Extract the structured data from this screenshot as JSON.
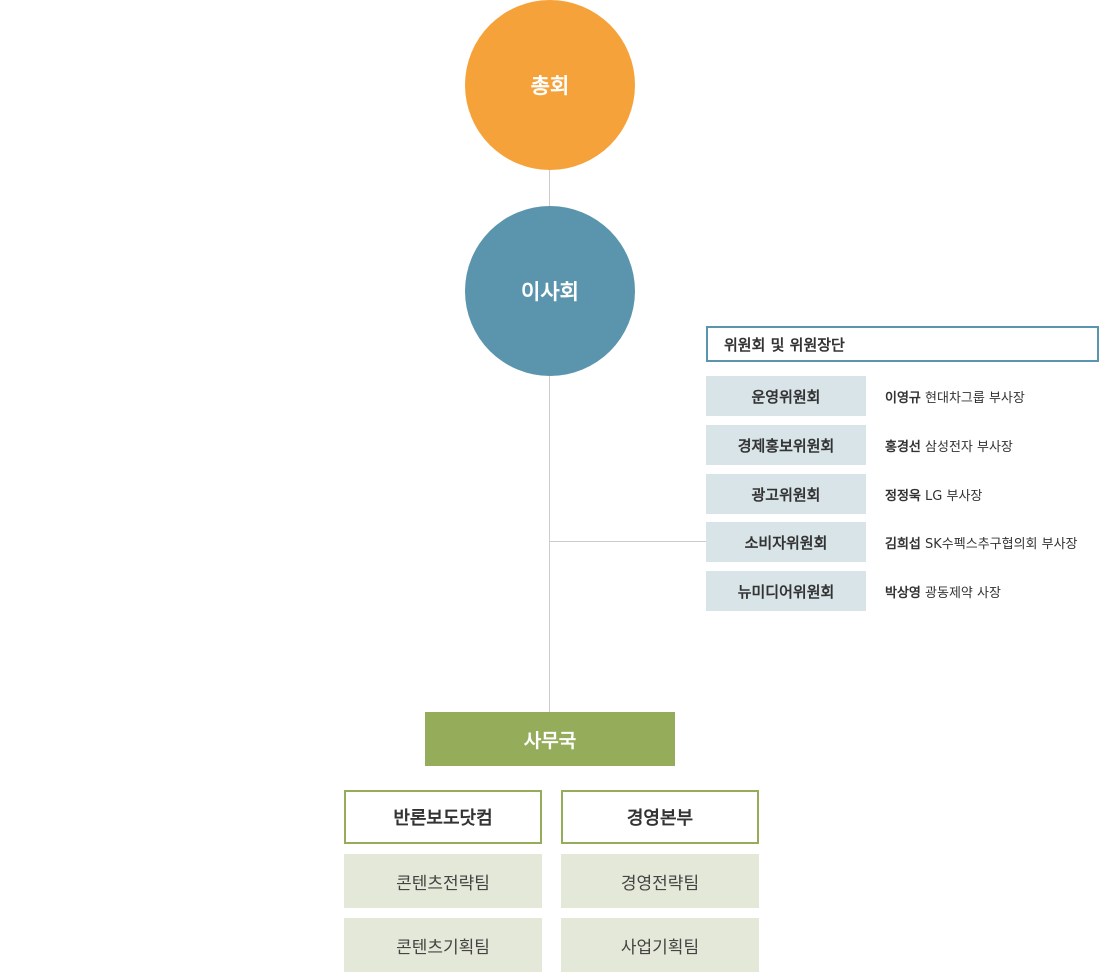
{
  "colors": {
    "general_assembly": "#f6a23a",
    "board": "#5b95ad",
    "secretariat": "#95ad5b",
    "connector": "#cccccc"
  },
  "general_assembly": {
    "label": "총회"
  },
  "board": {
    "label": "이사회"
  },
  "committees": {
    "header": "위원회 및 위원장단",
    "items": [
      {
        "name": "운영위원회",
        "chair_name": "이영규",
        "chair_title": "현대차그룹 부사장"
      },
      {
        "name": "경제홍보위원회",
        "chair_name": "홍경선",
        "chair_title": "삼성전자 부사장"
      },
      {
        "name": "광고위원회",
        "chair_name": "정정욱",
        "chair_title": "LG 부사장"
      },
      {
        "name": "소비자위원회",
        "chair_name": "김희섭",
        "chair_title": "SK수펙스추구협의회 부사장"
      },
      {
        "name": "뉴미디어위원회",
        "chair_name": "박상영",
        "chair_title": "광동제약 사장"
      }
    ]
  },
  "secretariat": {
    "label": "사무국"
  },
  "divisions": [
    {
      "name": "반론보도닷컴",
      "teams": [
        "콘텐츠전략팀",
        "콘텐츠기획팀"
      ]
    },
    {
      "name": "경영본부",
      "teams": [
        "경영전략팀",
        "사업기획팀"
      ]
    }
  ]
}
